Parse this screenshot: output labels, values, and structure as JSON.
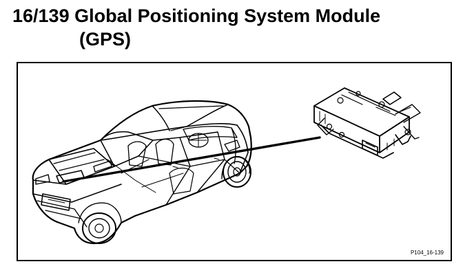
{
  "document": {
    "title_line1": "16/139 Global Positioning System Module",
    "title_line2": "(GPS)"
  },
  "figure": {
    "code": "P104_16-139",
    "illustration": "car-with-gps-module-location",
    "icons": [
      "car-illustration",
      "gps-module-illustration"
    ]
  }
}
